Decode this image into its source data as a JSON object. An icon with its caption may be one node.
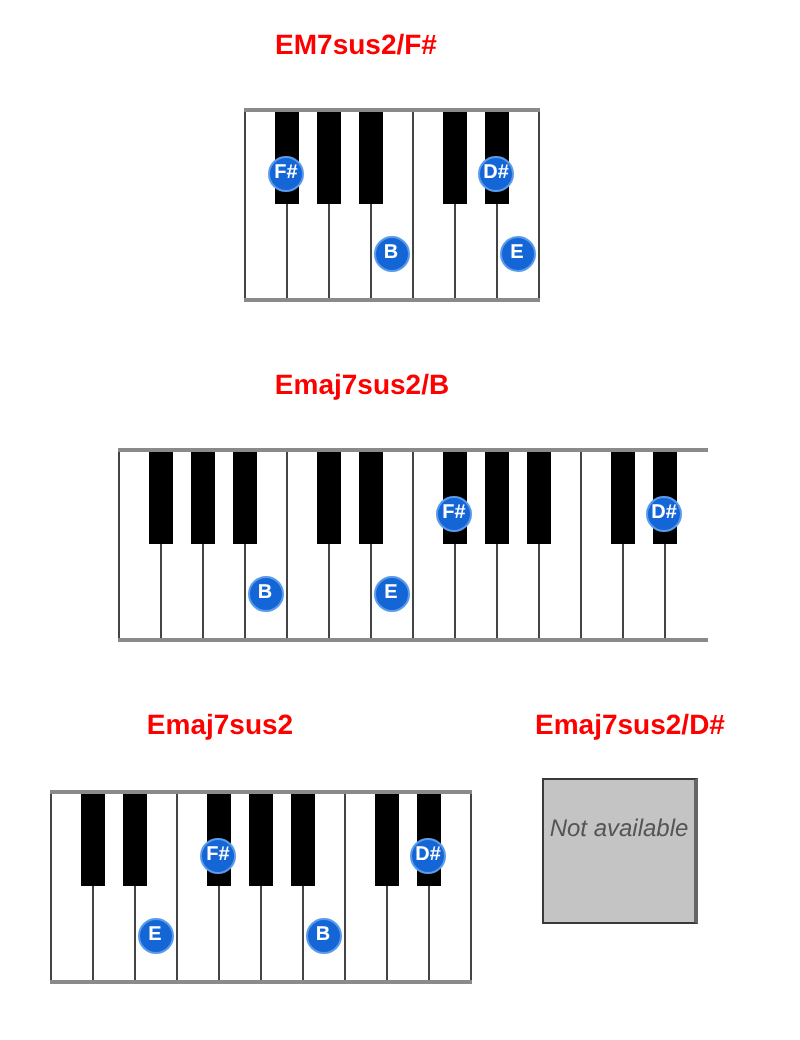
{
  "diagram": {
    "nodes": [
      {
        "text": [
          "EM7sus2/F#"
        ]
      },
      {
        "text": [
          "F#"
        ],
        "in": 0
      },
      {
        "text": [
          "D#"
        ],
        "in": 0
      },
      {
        "text": [
          "B"
        ],
        "in": 0
      },
      {
        "text": [
          "E"
        ],
        "in": 0
      },
      {
        "text": [
          "Emaj7sus2/B"
        ]
      },
      {
        "text": [
          "F#"
        ],
        "in": 5
      },
      {
        "text": [
          "D#"
        ],
        "in": 5
      },
      {
        "text": [
          "B"
        ],
        "in": 5
      },
      {
        "text": [
          "E"
        ],
        "in": 5
      },
      {
        "text": [
          "Emaj7sus2"
        ]
      },
      {
        "text": [
          "F#"
        ],
        "in": 10
      },
      {
        "text": [
          "D#"
        ],
        "in": 10
      },
      {
        "text": [
          "E"
        ],
        "in": 10
      },
      {
        "text": [
          "B"
        ],
        "in": 10
      },
      {
        "text": [
          "Emaj7sus2/D#",
          "Not available"
        ]
      }
    ]
  }
}
